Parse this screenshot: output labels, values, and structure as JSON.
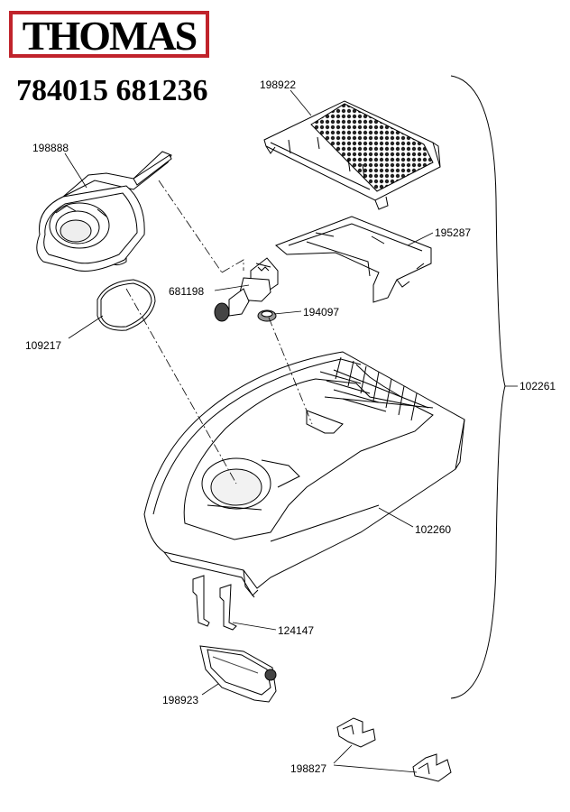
{
  "brand": {
    "logo_text": "THOMAS",
    "border_color": "#c0232b"
  },
  "models": "784015 681236",
  "parts": [
    {
      "id": "p198922",
      "number": "198922"
    },
    {
      "id": "p198888",
      "number": "198888"
    },
    {
      "id": "p195287",
      "number": "195287"
    },
    {
      "id": "p681198",
      "number": "681198"
    },
    {
      "id": "p194097",
      "number": "194097"
    },
    {
      "id": "p109217",
      "number": "109217"
    },
    {
      "id": "p102261",
      "number": "102261"
    },
    {
      "id": "p102260",
      "number": "102260"
    },
    {
      "id": "p124147",
      "number": "124147"
    },
    {
      "id": "p198923",
      "number": "198923"
    },
    {
      "id": "p198827",
      "number": "198827"
    }
  ]
}
